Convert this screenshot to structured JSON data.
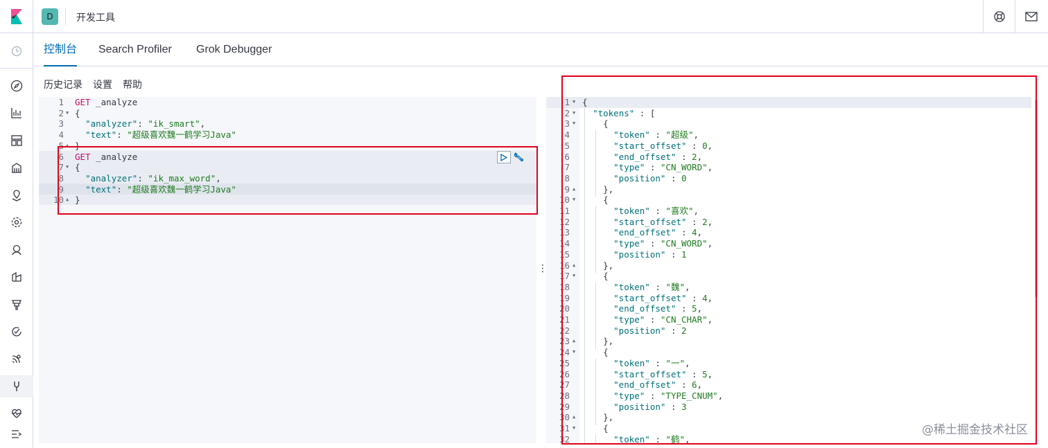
{
  "header": {
    "space_initial": "D",
    "title": "开发工具"
  },
  "tabs": [
    {
      "label": "控制台",
      "active": true
    },
    {
      "label": "Search Profiler",
      "active": false
    },
    {
      "label": "Grok Debugger",
      "active": false
    }
  ],
  "toolbar": {
    "history": "历史记录",
    "settings": "设置",
    "help": "帮助"
  },
  "request_lines": [
    "GET _analyze",
    "{",
    "  \"analyzer\": \"ik_smart\",",
    "  \"text\": \"超级喜欢魏一鹤学习Java\"",
    "}",
    "GET _analyze",
    "{",
    "  \"analyzer\": \"ik_max_word\",",
    "  \"text\": \"超级喜欢魏一鹤学习Java\"",
    "}"
  ],
  "response_lines": [
    "{",
    "  \"tokens\" : [",
    "    {",
    "      \"token\" : \"超级\",",
    "      \"start_offset\" : 0,",
    "      \"end_offset\" : 2,",
    "      \"type\" : \"CN_WORD\",",
    "      \"position\" : 0",
    "    },",
    "    {",
    "      \"token\" : \"喜欢\",",
    "      \"start_offset\" : 2,",
    "      \"end_offset\" : 4,",
    "      \"type\" : \"CN_WORD\",",
    "      \"position\" : 1",
    "    },",
    "    {",
    "      \"token\" : \"魏\",",
    "      \"start_offset\" : 4,",
    "      \"end_offset\" : 5,",
    "      \"type\" : \"CN_CHAR\",",
    "      \"position\" : 2",
    "    },",
    "    {",
    "      \"token\" : \"一\",",
    "      \"start_offset\" : 5,",
    "      \"end_offset\" : 6,",
    "      \"type\" : \"TYPE_CNUM\",",
    "      \"position\" : 3",
    "    },",
    "    {",
    "      \"token\" : \"鹤\","
  ],
  "response_fold_lines": [
    1,
    2,
    3,
    9,
    10,
    16,
    17,
    23,
    24,
    30,
    31
  ],
  "request_fold_lines": [
    2,
    5,
    7,
    10
  ],
  "nav_icons": [
    "clock-icon",
    "compass-icon",
    "chart-icon",
    "dashboard-icon",
    "canvas-icon",
    "maps-icon",
    "ml-icon",
    "metrics-icon",
    "logs-icon",
    "apm-icon",
    "uptime-icon",
    "siem-icon",
    "dev-tools-icon",
    "monitoring-icon",
    "collapse-icon"
  ],
  "colors": {
    "accent": "#006bb4",
    "space_badge": "#54b8b1",
    "annotation_red": "#e0001b"
  },
  "watermark": "@稀土掘金技术社区"
}
